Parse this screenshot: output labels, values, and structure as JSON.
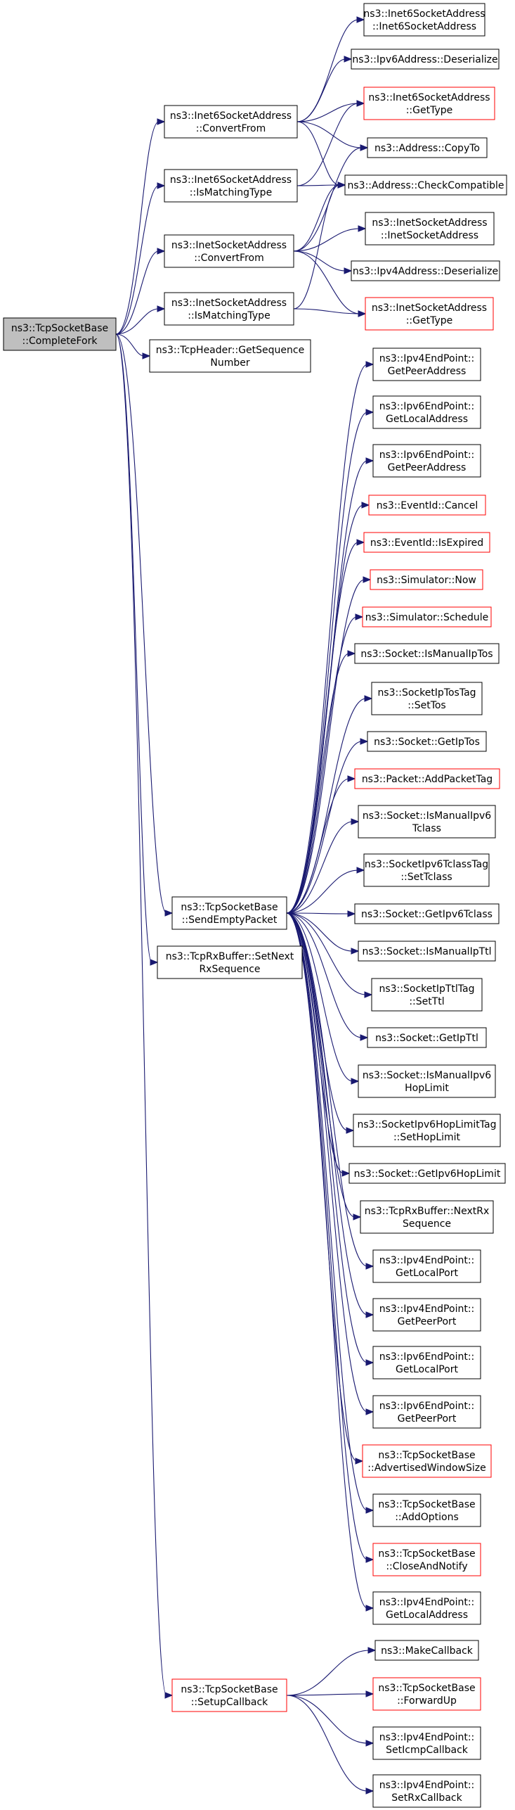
{
  "colors": {
    "root_fill": "#bfbfbf",
    "node_border": "#000000",
    "external_border": "#ff0000",
    "edge": "#191970",
    "background": "#ffffff"
  },
  "nodes": [
    {
      "id": "root",
      "lines": [
        "ns3::TcpSocketBase",
        "::CompleteFork"
      ],
      "style": "root"
    },
    {
      "id": "i6sa_conv",
      "lines": [
        "ns3::Inet6SocketAddress",
        "::ConvertFrom"
      ],
      "style": "normal"
    },
    {
      "id": "i6sa_match",
      "lines": [
        "ns3::Inet6SocketAddress",
        "::IsMatchingType"
      ],
      "style": "normal"
    },
    {
      "id": "isa_conv",
      "lines": [
        "ns3::InetSocketAddress",
        "::ConvertFrom"
      ],
      "style": "normal"
    },
    {
      "id": "isa_match",
      "lines": [
        "ns3::InetSocketAddress",
        "::IsMatchingType"
      ],
      "style": "normal"
    },
    {
      "id": "tcph_seq",
      "lines": [
        "ns3::TcpHeader::GetSequence",
        "Number"
      ],
      "style": "normal"
    },
    {
      "id": "send_empty",
      "lines": [
        "ns3::TcpSocketBase",
        "::SendEmptyPacket"
      ],
      "style": "normal"
    },
    {
      "id": "rxbuf_setnext",
      "lines": [
        "ns3::TcpRxBuffer::SetNext",
        "RxSequence"
      ],
      "style": "normal"
    },
    {
      "id": "setup_cb",
      "lines": [
        "ns3::TcpSocketBase",
        "::SetupCallback"
      ],
      "style": "external"
    },
    {
      "id": "i6sa_ctor",
      "lines": [
        "ns3::Inet6SocketAddress",
        "::Inet6SocketAddress"
      ],
      "style": "normal"
    },
    {
      "id": "ipv6_deser",
      "lines": [
        "ns3::Ipv6Address::Deserialize"
      ],
      "style": "normal"
    },
    {
      "id": "i6sa_gettype",
      "lines": [
        "ns3::Inet6SocketAddress",
        "::GetType"
      ],
      "style": "external"
    },
    {
      "id": "addr_copyto",
      "lines": [
        "ns3::Address::CopyTo"
      ],
      "style": "normal"
    },
    {
      "id": "addr_check",
      "lines": [
        "ns3::Address::CheckCompatible"
      ],
      "style": "normal"
    },
    {
      "id": "isa_ctor",
      "lines": [
        "ns3::InetSocketAddress",
        "::InetSocketAddress"
      ],
      "style": "normal"
    },
    {
      "id": "ipv4_deser",
      "lines": [
        "ns3::Ipv4Address::Deserialize"
      ],
      "style": "normal"
    },
    {
      "id": "isa_gettype",
      "lines": [
        "ns3::InetSocketAddress",
        "::GetType"
      ],
      "style": "external"
    },
    {
      "id": "ipv4ep_getpeeraddr",
      "lines": [
        "ns3::Ipv4EndPoint::",
        "GetPeerAddress"
      ],
      "style": "normal"
    },
    {
      "id": "ipv6ep_getlocaladdr",
      "lines": [
        "ns3::Ipv6EndPoint::",
        "GetLocalAddress"
      ],
      "style": "normal"
    },
    {
      "id": "ipv6ep_getpeeraddr",
      "lines": [
        "ns3::Ipv6EndPoint::",
        "GetPeerAddress"
      ],
      "style": "normal"
    },
    {
      "id": "eventid_cancel",
      "lines": [
        "ns3::EventId::Cancel"
      ],
      "style": "external"
    },
    {
      "id": "eventid_expired",
      "lines": [
        "ns3::EventId::IsExpired"
      ],
      "style": "external"
    },
    {
      "id": "sim_now",
      "lines": [
        "ns3::Simulator::Now"
      ],
      "style": "external"
    },
    {
      "id": "sim_schedule",
      "lines": [
        "ns3::Simulator::Schedule"
      ],
      "style": "external"
    },
    {
      "id": "sock_ismanualiptos",
      "lines": [
        "ns3::Socket::IsManualIpTos"
      ],
      "style": "normal"
    },
    {
      "id": "iptostag_settos",
      "lines": [
        "ns3::SocketIpTosTag",
        "::SetTos"
      ],
      "style": "normal"
    },
    {
      "id": "sock_getiptos",
      "lines": [
        "ns3::Socket::GetIpTos"
      ],
      "style": "normal"
    },
    {
      "id": "pkt_addtag",
      "lines": [
        "ns3::Packet::AddPacketTag"
      ],
      "style": "external"
    },
    {
      "id": "sock_ismanualipv6tclass",
      "lines": [
        "ns3::Socket::IsManualIpv6",
        "Tclass"
      ],
      "style": "normal"
    },
    {
      "id": "ipv6tclasstag_set",
      "lines": [
        "ns3::SocketIpv6TclassTag",
        "::SetTclass"
      ],
      "style": "normal"
    },
    {
      "id": "sock_getipv6tclass",
      "lines": [
        "ns3::Socket::GetIpv6Tclass"
      ],
      "style": "normal"
    },
    {
      "id": "sock_ismanualipttl",
      "lines": [
        "ns3::Socket::IsManualIpTtl"
      ],
      "style": "normal"
    },
    {
      "id": "ipttltag_setttl",
      "lines": [
        "ns3::SocketIpTtlTag",
        "::SetTtl"
      ],
      "style": "normal"
    },
    {
      "id": "sock_getipttl",
      "lines": [
        "ns3::Socket::GetIpTtl"
      ],
      "style": "normal"
    },
    {
      "id": "sock_ismanualipv6hop",
      "lines": [
        "ns3::Socket::IsManualIpv6",
        "HopLimit"
      ],
      "style": "normal"
    },
    {
      "id": "ipv6hoptag_set",
      "lines": [
        "ns3::SocketIpv6HopLimitTag",
        "::SetHopLimit"
      ],
      "style": "normal"
    },
    {
      "id": "sock_getipv6hop",
      "lines": [
        "ns3::Socket::GetIpv6HopLimit"
      ],
      "style": "normal"
    },
    {
      "id": "rxbuf_nextrx",
      "lines": [
        "ns3::TcpRxBuffer::NextRx",
        "Sequence"
      ],
      "style": "normal"
    },
    {
      "id": "ipv4ep_getlocalport",
      "lines": [
        "ns3::Ipv4EndPoint::",
        "GetLocalPort"
      ],
      "style": "normal"
    },
    {
      "id": "ipv4ep_getpeerport",
      "lines": [
        "ns3::Ipv4EndPoint::",
        "GetPeerPort"
      ],
      "style": "normal"
    },
    {
      "id": "ipv6ep_getlocalport",
      "lines": [
        "ns3::Ipv6EndPoint::",
        "GetLocalPort"
      ],
      "style": "normal"
    },
    {
      "id": "ipv6ep_getpeerport",
      "lines": [
        "ns3::Ipv6EndPoint::",
        "GetPeerPort"
      ],
      "style": "normal"
    },
    {
      "id": "tsb_advwin",
      "lines": [
        "ns3::TcpSocketBase",
        "::AdvertisedWindowSize"
      ],
      "style": "external"
    },
    {
      "id": "tsb_addopts",
      "lines": [
        "ns3::TcpSocketBase",
        "::AddOptions"
      ],
      "style": "normal"
    },
    {
      "id": "tsb_closenotify",
      "lines": [
        "ns3::TcpSocketBase",
        "::CloseAndNotify"
      ],
      "style": "external"
    },
    {
      "id": "ipv4ep_getlocaladdr",
      "lines": [
        "ns3::Ipv4EndPoint::",
        "GetLocalAddress"
      ],
      "style": "normal"
    },
    {
      "id": "makecallback",
      "lines": [
        "ns3::MakeCallback"
      ],
      "style": "normal"
    },
    {
      "id": "tsb_forwardup",
      "lines": [
        "ns3::TcpSocketBase",
        "::ForwardUp"
      ],
      "style": "external"
    },
    {
      "id": "ipv4ep_seticmp",
      "lines": [
        "ns3::Ipv4EndPoint::",
        "SetIcmpCallback"
      ],
      "style": "normal"
    },
    {
      "id": "ipv4ep_setrx",
      "lines": [
        "ns3::Ipv4EndPoint::",
        "SetRxCallback"
      ],
      "style": "normal"
    }
  ],
  "edges": [
    [
      "root",
      "i6sa_conv"
    ],
    [
      "root",
      "i6sa_match"
    ],
    [
      "root",
      "isa_conv"
    ],
    [
      "root",
      "isa_match"
    ],
    [
      "root",
      "tcph_seq"
    ],
    [
      "root",
      "send_empty"
    ],
    [
      "root",
      "rxbuf_setnext"
    ],
    [
      "root",
      "setup_cb"
    ],
    [
      "i6sa_conv",
      "i6sa_ctor"
    ],
    [
      "i6sa_conv",
      "ipv6_deser"
    ],
    [
      "i6sa_conv",
      "i6sa_gettype"
    ],
    [
      "i6sa_conv",
      "addr_copyto"
    ],
    [
      "i6sa_conv",
      "addr_check"
    ],
    [
      "i6sa_match",
      "i6sa_gettype"
    ],
    [
      "i6sa_match",
      "addr_check"
    ],
    [
      "isa_conv",
      "addr_copyto"
    ],
    [
      "isa_conv",
      "addr_check"
    ],
    [
      "isa_conv",
      "isa_ctor"
    ],
    [
      "isa_conv",
      "ipv4_deser"
    ],
    [
      "isa_conv",
      "isa_gettype"
    ],
    [
      "isa_match",
      "addr_check"
    ],
    [
      "isa_match",
      "isa_gettype"
    ],
    [
      "send_empty",
      "ipv4ep_getpeeraddr"
    ],
    [
      "send_empty",
      "ipv6ep_getlocaladdr"
    ],
    [
      "send_empty",
      "ipv6ep_getpeeraddr"
    ],
    [
      "send_empty",
      "eventid_cancel"
    ],
    [
      "send_empty",
      "eventid_expired"
    ],
    [
      "send_empty",
      "sim_now"
    ],
    [
      "send_empty",
      "sim_schedule"
    ],
    [
      "send_empty",
      "sock_ismanualiptos"
    ],
    [
      "send_empty",
      "iptostag_settos"
    ],
    [
      "send_empty",
      "sock_getiptos"
    ],
    [
      "send_empty",
      "pkt_addtag"
    ],
    [
      "send_empty",
      "sock_ismanualipv6tclass"
    ],
    [
      "send_empty",
      "ipv6tclasstag_set"
    ],
    [
      "send_empty",
      "sock_getipv6tclass"
    ],
    [
      "send_empty",
      "sock_ismanualipttl"
    ],
    [
      "send_empty",
      "ipttltag_setttl"
    ],
    [
      "send_empty",
      "sock_getipttl"
    ],
    [
      "send_empty",
      "sock_ismanualipv6hop"
    ],
    [
      "send_empty",
      "ipv6hoptag_set"
    ],
    [
      "send_empty",
      "sock_getipv6hop"
    ],
    [
      "send_empty",
      "rxbuf_nextrx"
    ],
    [
      "send_empty",
      "ipv4ep_getlocalport"
    ],
    [
      "send_empty",
      "ipv4ep_getpeerport"
    ],
    [
      "send_empty",
      "ipv6ep_getlocalport"
    ],
    [
      "send_empty",
      "ipv6ep_getpeerport"
    ],
    [
      "send_empty",
      "tsb_advwin"
    ],
    [
      "send_empty",
      "tsb_addopts"
    ],
    [
      "send_empty",
      "tsb_closenotify"
    ],
    [
      "send_empty",
      "ipv4ep_getlocaladdr"
    ],
    [
      "setup_cb",
      "makecallback"
    ],
    [
      "setup_cb",
      "tsb_forwardup"
    ],
    [
      "setup_cb",
      "ipv4ep_seticmp"
    ],
    [
      "setup_cb",
      "ipv4ep_setrx"
    ]
  ]
}
